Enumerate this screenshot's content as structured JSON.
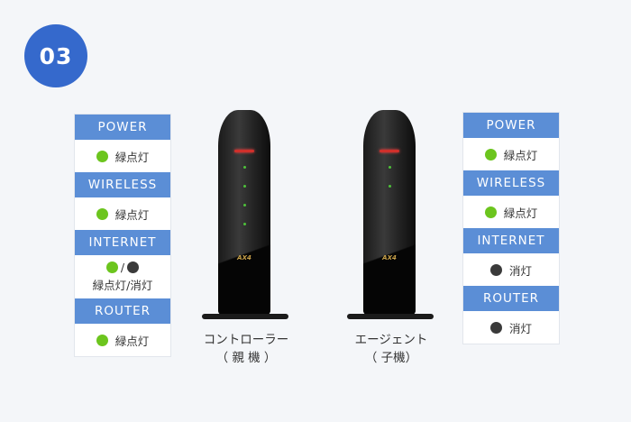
{
  "step_badge": "03",
  "left_panel": {
    "rows": [
      {
        "header": "POWER",
        "status": "緑点灯"
      },
      {
        "header": "WIRELESS",
        "status": "緑点灯"
      },
      {
        "header": "INTERNET",
        "status": "緑点灯/消灯",
        "separator": "/"
      },
      {
        "header": "ROUTER",
        "status": "緑点灯"
      }
    ]
  },
  "right_panel": {
    "rows": [
      {
        "header": "POWER",
        "status": "緑点灯"
      },
      {
        "header": "WIRELESS",
        "status": "緑点灯"
      },
      {
        "header": "INTERNET",
        "status": "消灯"
      },
      {
        "header": "ROUTER",
        "status": "消灯"
      }
    ]
  },
  "devices": [
    {
      "name": "コントローラー",
      "role": "（ 親 機 ）"
    },
    {
      "name": "エージェント",
      "role": "（ 子機）"
    }
  ],
  "colors": {
    "led_on": "#6cc51e",
    "led_off": "#3a3a3a",
    "header": "#5b8ed6",
    "badge": "#3569cc"
  }
}
